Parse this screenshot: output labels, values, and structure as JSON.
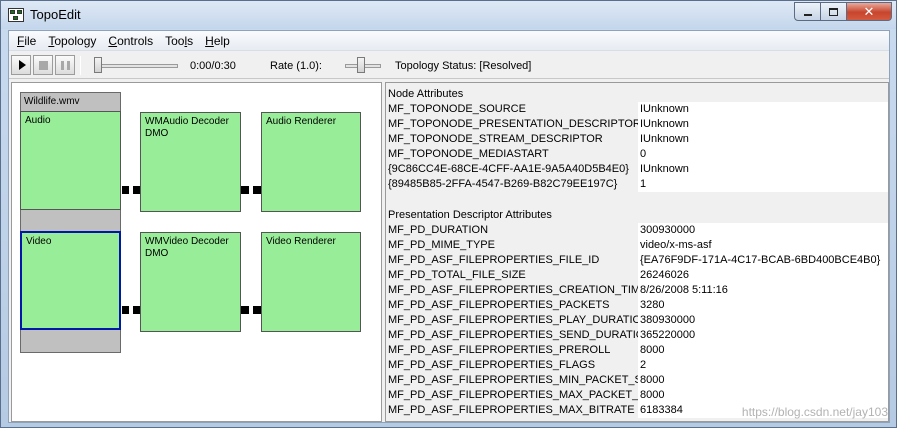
{
  "window": {
    "title": "TopoEdit",
    "minimize_glyph": "",
    "close_glyph": "✕"
  },
  "menu": [
    {
      "first": "F",
      "rest": "ile"
    },
    {
      "first": "T",
      "rest": "opology"
    },
    {
      "first": "C",
      "rest": "ontrols"
    },
    {
      "first": "T",
      "rest": "ools"
    },
    {
      "first": "H",
      "rest": "elp"
    }
  ],
  "toolbar": {
    "time": "0:00/0:30",
    "rate_label": "Rate (1.0):",
    "status": "Topology Status: [Resolved]",
    "seek_position": 0,
    "rate_position": 0.5
  },
  "topology": {
    "source": {
      "title": "Wildlife.wmv",
      "pins": [
        "Audio",
        "Video"
      ]
    },
    "nodes": [
      {
        "label": "WMAudio Decoder DMO"
      },
      {
        "label": "Audio Renderer"
      },
      {
        "label": "WMVideo Decoder DMO"
      },
      {
        "label": "Video Renderer"
      }
    ],
    "node_color": "#98ee98",
    "selected_color": "#0018a8"
  },
  "attributes": {
    "node_title": "Node Attributes",
    "node_rows": [
      {
        "key": "MF_TOPONODE_SOURCE",
        "value": "IUnknown"
      },
      {
        "key": "MF_TOPONODE_PRESENTATION_DESCRIPTOR",
        "value": "IUnknown"
      },
      {
        "key": "MF_TOPONODE_STREAM_DESCRIPTOR",
        "value": "IUnknown"
      },
      {
        "key": "MF_TOPONODE_MEDIASTART",
        "value": "0"
      },
      {
        "key": "{9C86CC4E-68CE-4CFF-AA1E-9A5A40D5B4E0}",
        "value": "IUnknown"
      },
      {
        "key": "{89485B85-2FFA-4547-B269-B82C79EE197C}",
        "value": "1"
      }
    ],
    "pd_title": "Presentation Descriptor Attributes",
    "pd_rows": [
      {
        "key": "MF_PD_DURATION",
        "value": "300930000"
      },
      {
        "key": "MF_PD_MIME_TYPE",
        "value": "video/x-ms-asf"
      },
      {
        "key": "MF_PD_ASF_FILEPROPERTIES_FILE_ID",
        "value": "{EA76F9DF-171A-4C17-BCAB-6BD400BCE4B0}"
      },
      {
        "key": "MF_PD_TOTAL_FILE_SIZE",
        "value": "26246026"
      },
      {
        "key": "MF_PD_ASF_FILEPROPERTIES_CREATION_TIME",
        "value": "8/26/2008 5:11:16"
      },
      {
        "key": "MF_PD_ASF_FILEPROPERTIES_PACKETS",
        "value": "3280"
      },
      {
        "key": "MF_PD_ASF_FILEPROPERTIES_PLAY_DURATION",
        "value": "380930000"
      },
      {
        "key": "MF_PD_ASF_FILEPROPERTIES_SEND_DURATION",
        "value": "365220000"
      },
      {
        "key": "MF_PD_ASF_FILEPROPERTIES_PREROLL",
        "value": "8000"
      },
      {
        "key": "MF_PD_ASF_FILEPROPERTIES_FLAGS",
        "value": "2"
      },
      {
        "key": "MF_PD_ASF_FILEPROPERTIES_MIN_PACKET_SIZE",
        "value": "8000"
      },
      {
        "key": "MF_PD_ASF_FILEPROPERTIES_MAX_PACKET_SIZE",
        "value": "8000"
      },
      {
        "key": "MF_PD_ASF_FILEPROPERTIES_MAX_BITRATE",
        "value": "6183384"
      }
    ]
  },
  "watermark": "https://blog.csdn.net/jay103"
}
